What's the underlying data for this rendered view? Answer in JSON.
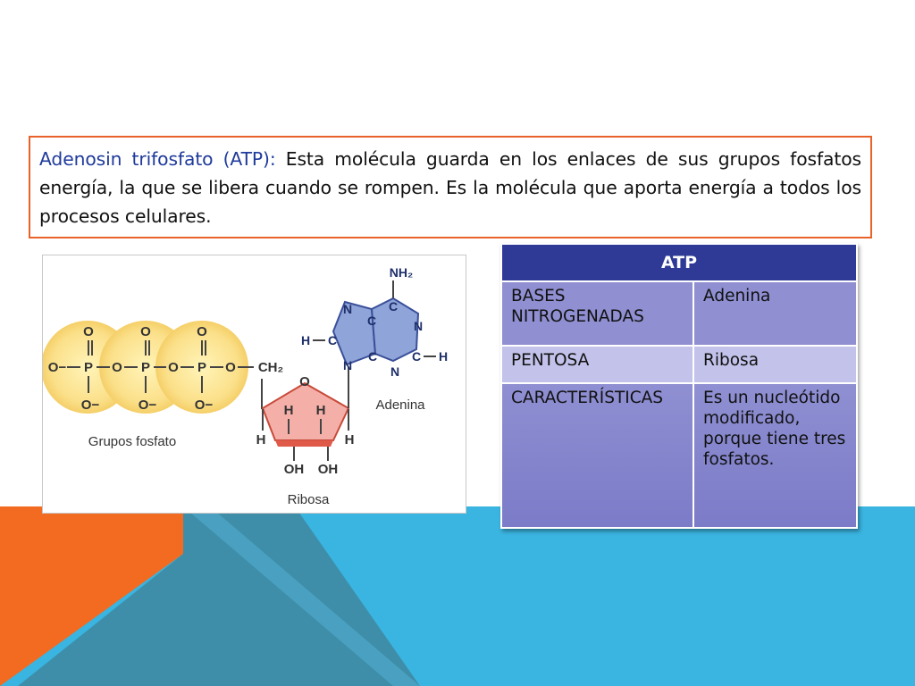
{
  "definition": {
    "term": "Adenosin trifosfato (ATP):",
    "text": " Esta molécula guarda en los enlaces de sus grupos fosfatos energía, la que se libera cuando se rompen. Es la molécula que aporta energía a todos los procesos celulares."
  },
  "diagram": {
    "phosphate_label": "Grupos fosfato",
    "ribose_label": "Ribosa",
    "adenine_label": "Adenina",
    "atoms": {
      "O": "O",
      "O_minus": "O−",
      "P": "P",
      "CH2": "CH₂",
      "H": "H",
      "C": "C",
      "N": "N",
      "NH2": "NH₂",
      "OH": "OH"
    }
  },
  "table": {
    "header": "ATP",
    "rows": [
      {
        "label": "BASES NITROGENADAS",
        "value": "Adenina"
      },
      {
        "label": "PENTOSA",
        "value": "Ribosa"
      },
      {
        "label": "CARACTERÍSTICAS",
        "value": "Es un nucleótido modificado, porque tiene tres fosfatos."
      }
    ]
  },
  "colors": {
    "accent_orange": "#f26b21",
    "accent_blue": "#3ab4e0",
    "table_header": "#2e3a96",
    "term_blue": "#1f3a9c"
  }
}
